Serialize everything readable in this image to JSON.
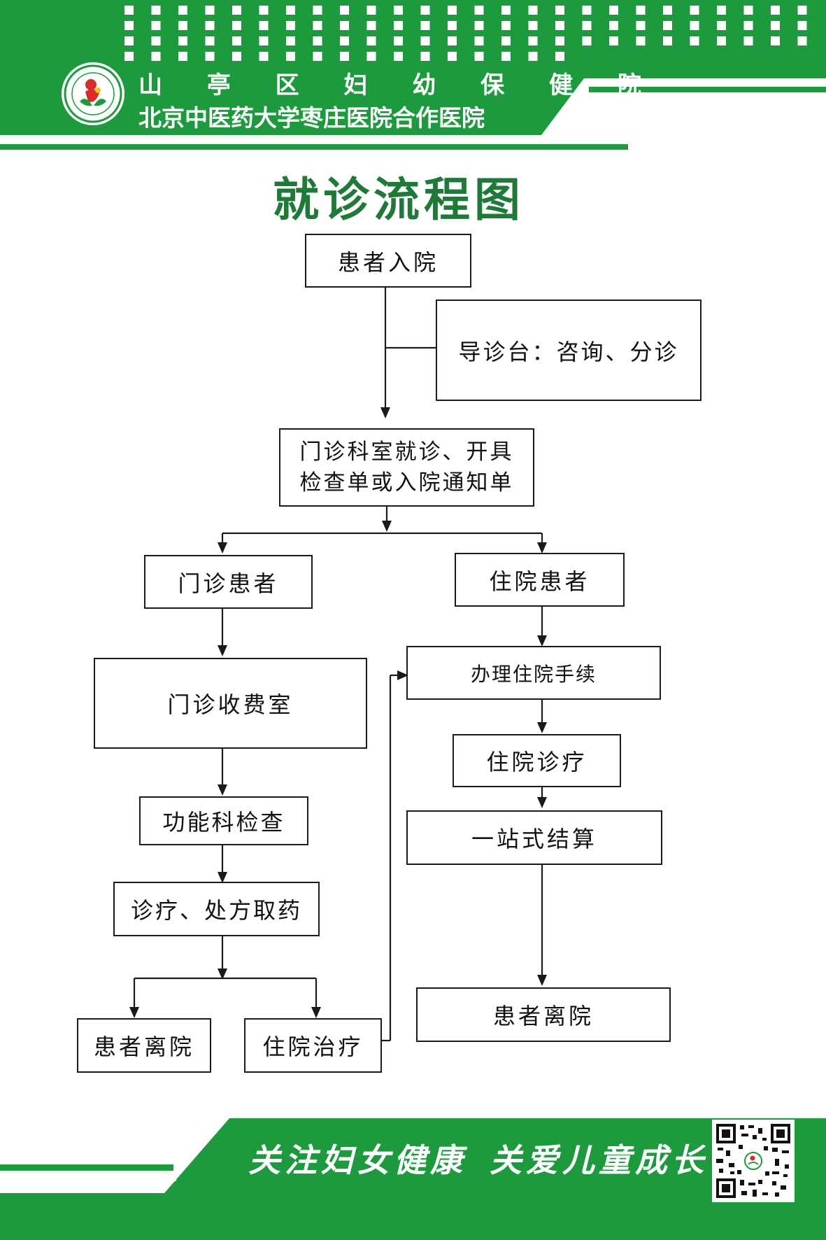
{
  "header": {
    "hospital_name": "山 亭 区 妇 幼 保 健 院",
    "partner_hospital": "北京中医药大学枣庄医院合作医院",
    "logo_icon": "hospital-logo-icon"
  },
  "title": "就诊流程图",
  "flow": {
    "patient_admission": "患者入院",
    "guide_desk": "导诊台：咨询、分诊",
    "outpatient_consult_line1": "门诊科室就诊、开具",
    "outpatient_consult_line2": "检查单或入院通知单",
    "outpatient_patient": "门诊患者",
    "inpatient_patient": "住院患者",
    "outpatient_cashier": "门诊收费室",
    "functional_exam": "功能科检查",
    "treatment_prescription": "诊疗、处方取药",
    "patient_discharge_left": "患者离院",
    "hospitalization_treatment": "住院治疗",
    "admission_procedures": "办理住院手续",
    "inpatient_treatment": "住院诊疗",
    "one_stop_settlement": "一站式结算",
    "patient_discharge_right": "患者离院"
  },
  "footer": {
    "slogan_women": "关注妇女健康",
    "slogan_children": "关爱儿童成长",
    "qr_icon": "qr-code-icon"
  },
  "colors": {
    "brand_green": "#1d9a3e",
    "title_green": "#1f7a3a",
    "border": "#1a1a1a"
  }
}
